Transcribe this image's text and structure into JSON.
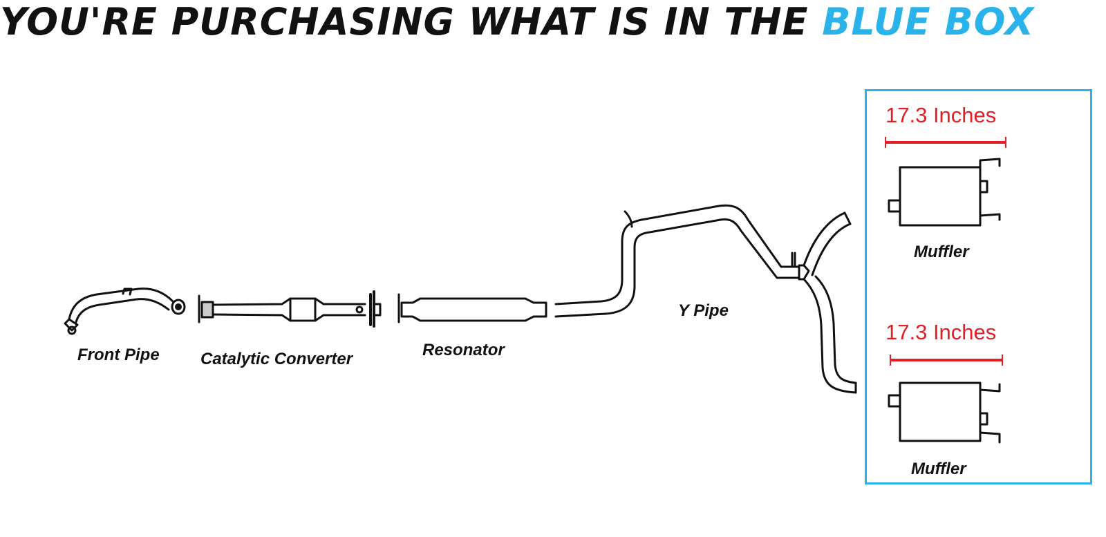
{
  "header": {
    "text_dark": "YOU'RE PURCHASING WHAT IS IN THE ",
    "text_blue": "BLUE BOX",
    "dark_color": "#111111",
    "blue_color": "#29b3ea"
  },
  "parts": {
    "front_pipe": "Front Pipe",
    "catalytic_converter": "Catalytic Converter",
    "resonator": "Resonator",
    "y_pipe": "Y Pipe",
    "muffler_top": "Muffler",
    "muffler_bottom": "Muffler"
  },
  "dimensions": {
    "muffler_top_length": "17.3 Inches",
    "muffler_bottom_length": "17.3 Inches",
    "color": "#e31e24"
  },
  "highlight_box": {
    "color": "#29b3ea"
  }
}
